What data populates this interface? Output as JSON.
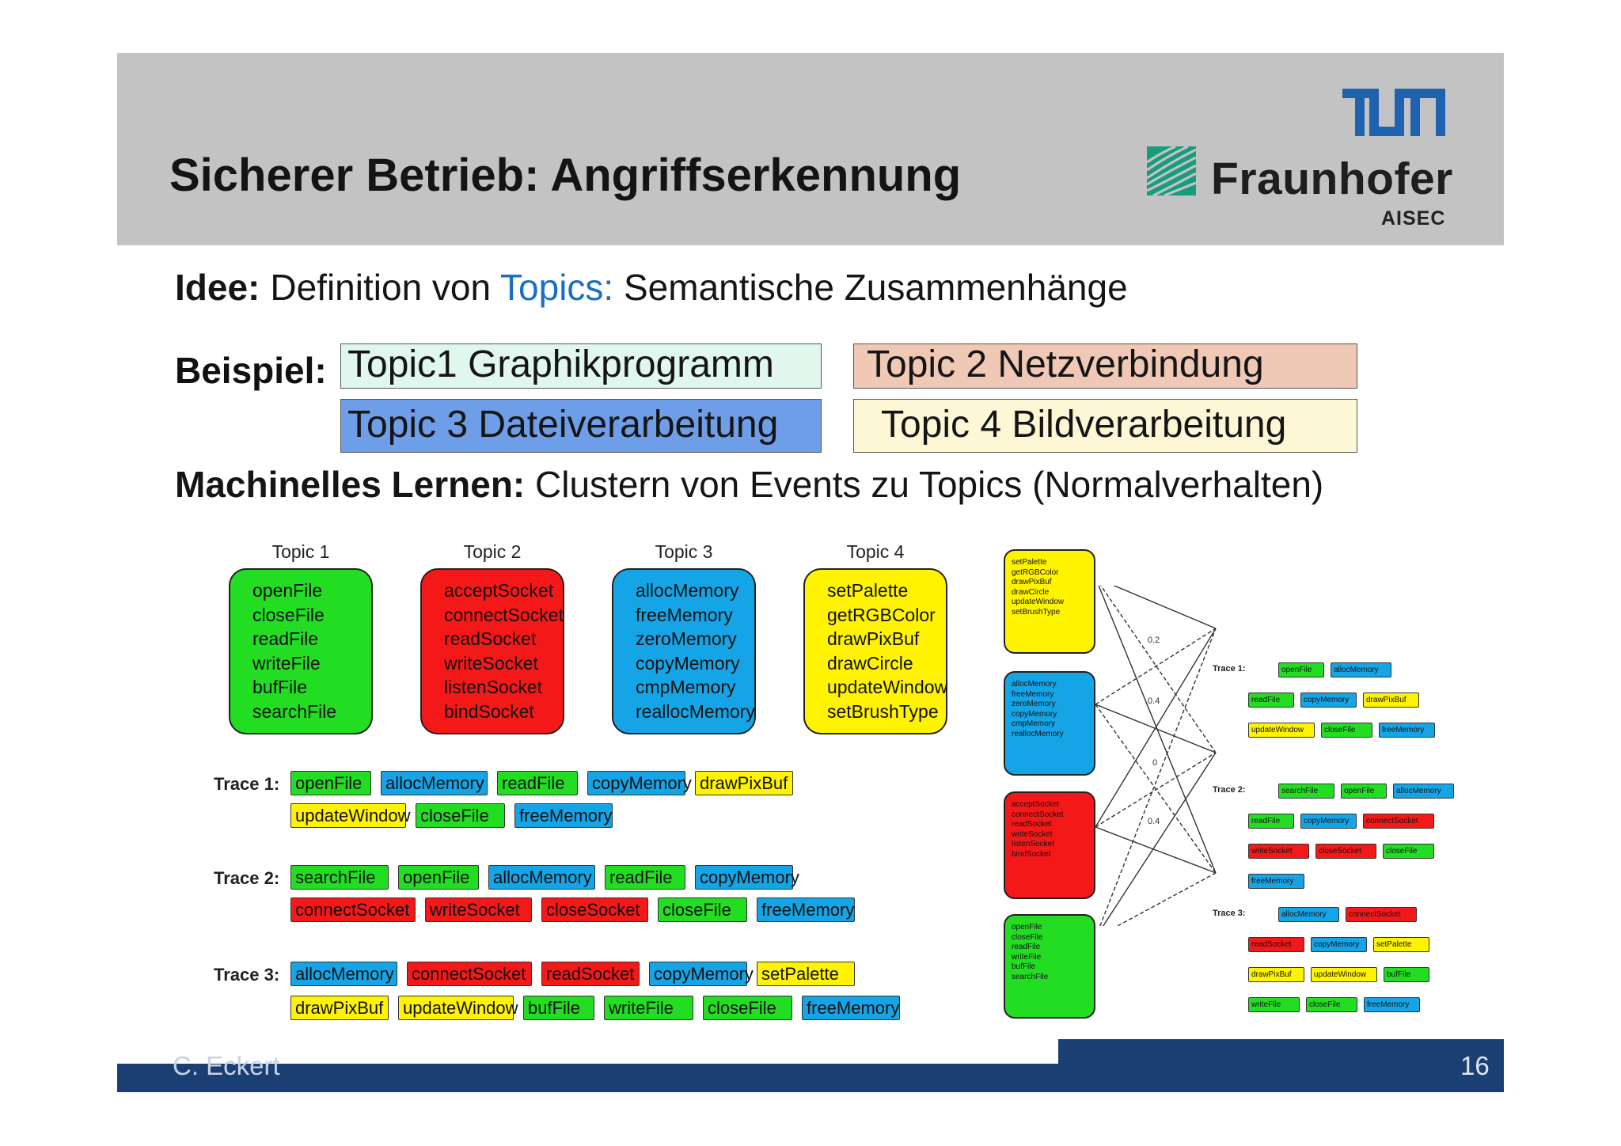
{
  "header": {
    "title": "Sicherer Betrieb: Angriffserkennung",
    "logo_tum": "TUM",
    "logo_fraunhofer": "Fraunhofer",
    "logo_fraunhofer_sub": "AISEC"
  },
  "intro": {
    "idee_label": "Idee:",
    "idee_text_1": "Definition von ",
    "idee_topics": "Topics:",
    "idee_text_2": " Semantische Zusammenhänge",
    "beispiel_label": "Beispiel:",
    "topics": [
      {
        "label": "Topic1  Graphikprogramm"
      },
      {
        "label": "Topic 2  Netzverbindung"
      },
      {
        "label": "Topic  3  Dateiverarbeitung"
      },
      {
        "label": "Topic 4 Bildverarbeitung"
      }
    ],
    "ml_label": "Machinelles Lernen:",
    "ml_text": " Clustern von Events  zu Topics (Normalverhalten)"
  },
  "figure_left": {
    "groups": [
      {
        "title": "Topic 1",
        "color": "#22dd22",
        "events": [
          "openFile",
          "closeFile",
          "readFile",
          "writeFile",
          "bufFile",
          "searchFile"
        ]
      },
      {
        "title": "Topic 2",
        "color": "#f51818",
        "events": [
          "acceptSocket",
          "connectSocket",
          "readSocket",
          "writeSocket",
          "listenSocket",
          "bindSocket"
        ]
      },
      {
        "title": "Topic 3",
        "color": "#15a5e7",
        "events": [
          "allocMemory",
          "freeMemory",
          "zeroMemory",
          "copyMemory",
          "cmpMemory",
          "reallocMemory"
        ]
      },
      {
        "title": "Topic 4",
        "color": "#fff300",
        "events": [
          "setPalette",
          "getRGBColor",
          "drawPixBuf",
          "drawCircle",
          "updateWindow",
          "setBrushType"
        ]
      }
    ],
    "traces": [
      {
        "label": "Trace 1:",
        "rows": [
          [
            [
              "openFile",
              "green"
            ],
            [
              "allocMemory",
              "blue"
            ],
            [
              "readFile",
              "green"
            ],
            [
              "copyMemory",
              "blue"
            ],
            [
              "drawPixBuf",
              "yellow"
            ]
          ],
          [
            [
              "updateWindow",
              "yellow"
            ],
            [
              "closeFile",
              "green"
            ],
            [
              "freeMemory",
              "blue"
            ]
          ]
        ]
      },
      {
        "label": "Trace 2:",
        "rows": [
          [
            [
              "searchFile",
              "green"
            ],
            [
              "openFile",
              "green"
            ],
            [
              "allocMemory",
              "blue"
            ],
            [
              "readFile",
              "green"
            ],
            [
              "copyMemory",
              "blue"
            ]
          ],
          [
            [
              "connectSocket",
              "red"
            ],
            [
              "writeSocket",
              "red"
            ],
            [
              "closeSocket",
              "red"
            ],
            [
              "closeFile",
              "green"
            ],
            [
              "freeMemory",
              "blue"
            ]
          ]
        ]
      },
      {
        "label": "Trace 3:",
        "rows": [
          [
            [
              "allocMemory",
              "blue"
            ],
            [
              "connectSocket",
              "red"
            ],
            [
              "readSocket",
              "red"
            ],
            [
              "copyMemory",
              "blue"
            ],
            [
              "setPalette",
              "yellow"
            ]
          ],
          [
            [
              "drawPixBuf",
              "yellow"
            ],
            [
              "updateWindow",
              "yellow"
            ],
            [
              "bufFile",
              "green"
            ],
            [
              "writeFile",
              "green"
            ],
            [
              "closeFile",
              "green"
            ],
            [
              "freeMemory",
              "blue"
            ]
          ]
        ]
      }
    ]
  },
  "figure_right": {
    "topic_boxes": [
      {
        "color": "#fff300",
        "events": [
          "setPalette",
          "getRGBColor",
          "drawPixBuf",
          "drawCircle",
          "updateWindow",
          "setBrushType"
        ]
      },
      {
        "color": "#15a5e7",
        "events": [
          "allocMemory",
          "freeMemory",
          "zeroMemory",
          "copyMemory",
          "cmpMemory",
          "reallocMemory"
        ]
      },
      {
        "color": "#f51818",
        "events": [
          "acceptSocket",
          "connectSocket",
          "readSocket",
          "writeSocket",
          "listenSocket",
          "bindSocket"
        ]
      },
      {
        "color": "#22dd22",
        "events": [
          "openFile",
          "closeFile",
          "readFile",
          "writeFile",
          "bufFile",
          "searchFile"
        ]
      }
    ],
    "edge_weights": [
      "0.2",
      "0.4",
      "0",
      "0.4"
    ],
    "traces": [
      {
        "label": "Trace 1:",
        "rows": [
          [
            [
              "openFile",
              "green"
            ],
            [
              "allocMemory",
              "blue"
            ]
          ],
          [
            [
              "readFile",
              "green"
            ],
            [
              "copyMemory",
              "blue"
            ],
            [
              "drawPixBuf",
              "yellow"
            ]
          ],
          [
            [
              "updateWindow",
              "yellow"
            ],
            [
              "closeFile",
              "green"
            ],
            [
              "freeMemory",
              "blue"
            ]
          ]
        ]
      },
      {
        "label": "Trace 2:",
        "rows": [
          [
            [
              "searchFile",
              "green"
            ],
            [
              "openFile",
              "green"
            ],
            [
              "allocMemory",
              "blue"
            ]
          ],
          [
            [
              "readFile",
              "green"
            ],
            [
              "copyMemory",
              "blue"
            ],
            [
              "connectSocket",
              "red"
            ]
          ],
          [
            [
              "writeSocket",
              "red"
            ],
            [
              "closeSocket",
              "red"
            ],
            [
              "closeFile",
              "green"
            ]
          ],
          [
            [
              "freeMemory",
              "blue"
            ]
          ]
        ]
      },
      {
        "label": "Trace 3:",
        "rows": [
          [
            [
              "allocMemory",
              "blue"
            ],
            [
              "connectSocket",
              "red"
            ]
          ],
          [
            [
              "readSocket",
              "red"
            ],
            [
              "copyMemory",
              "blue"
            ],
            [
              "setPalette",
              "yellow"
            ]
          ],
          [
            [
              "drawPixBuf",
              "yellow"
            ],
            [
              "updateWindow",
              "yellow"
            ],
            [
              "bufFile",
              "green"
            ]
          ],
          [
            [
              "writeFile",
              "green"
            ],
            [
              "closeFile",
              "green"
            ],
            [
              "freeMemory",
              "blue"
            ]
          ]
        ]
      }
    ]
  },
  "footer": {
    "author": "C. Eckert",
    "page_number": "16"
  },
  "colors": {
    "header_bg": "#c3c3c3",
    "topics_accent": "#1a6fc4",
    "footer_bg": "#1b3f73",
    "green": "#22dd22",
    "red": "#f51818",
    "blue": "#15a5e7",
    "yellow": "#fff300"
  }
}
